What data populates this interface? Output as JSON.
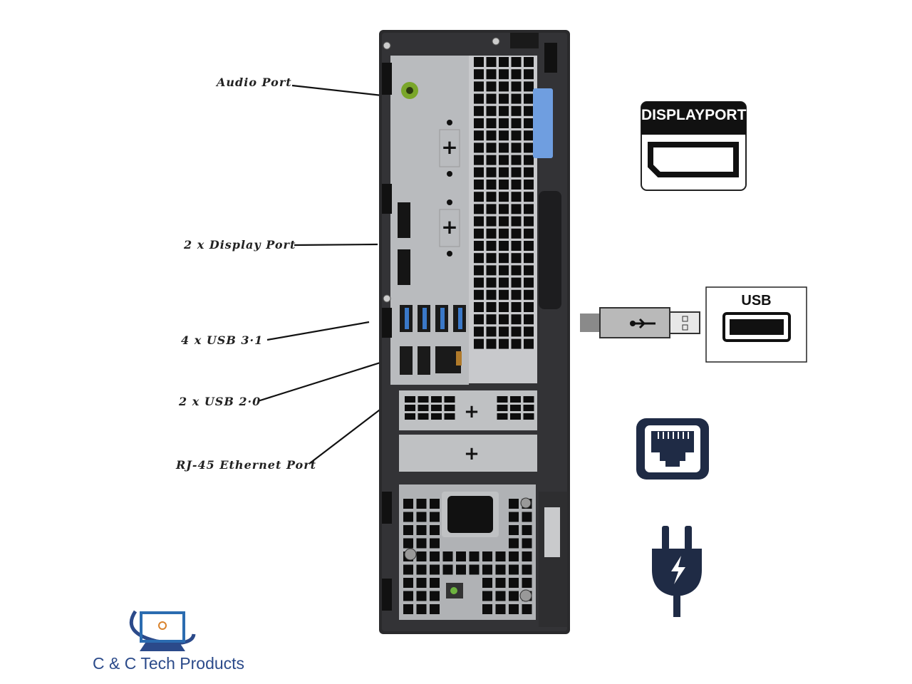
{
  "labels": {
    "audio": "Audio Port",
    "display": "2 x Display Port",
    "usb31": "4 x USB 3·1",
    "usb20": "2 x USB 2·0",
    "rj45": "RJ-45 Ethernet Port"
  },
  "icons": {
    "displayport_title": "DISPLAYPORT",
    "usb_title": "USB",
    "ethernet": "ethernet-port-icon",
    "power": "power-plug-icon"
  },
  "logo": {
    "text": "C & C Tech Products"
  },
  "colors": {
    "navy": "#1f2b45",
    "usb_blue": "#3a78c8",
    "audio_green": "#7aa62a",
    "latch_blue": "#6f9ee0"
  }
}
